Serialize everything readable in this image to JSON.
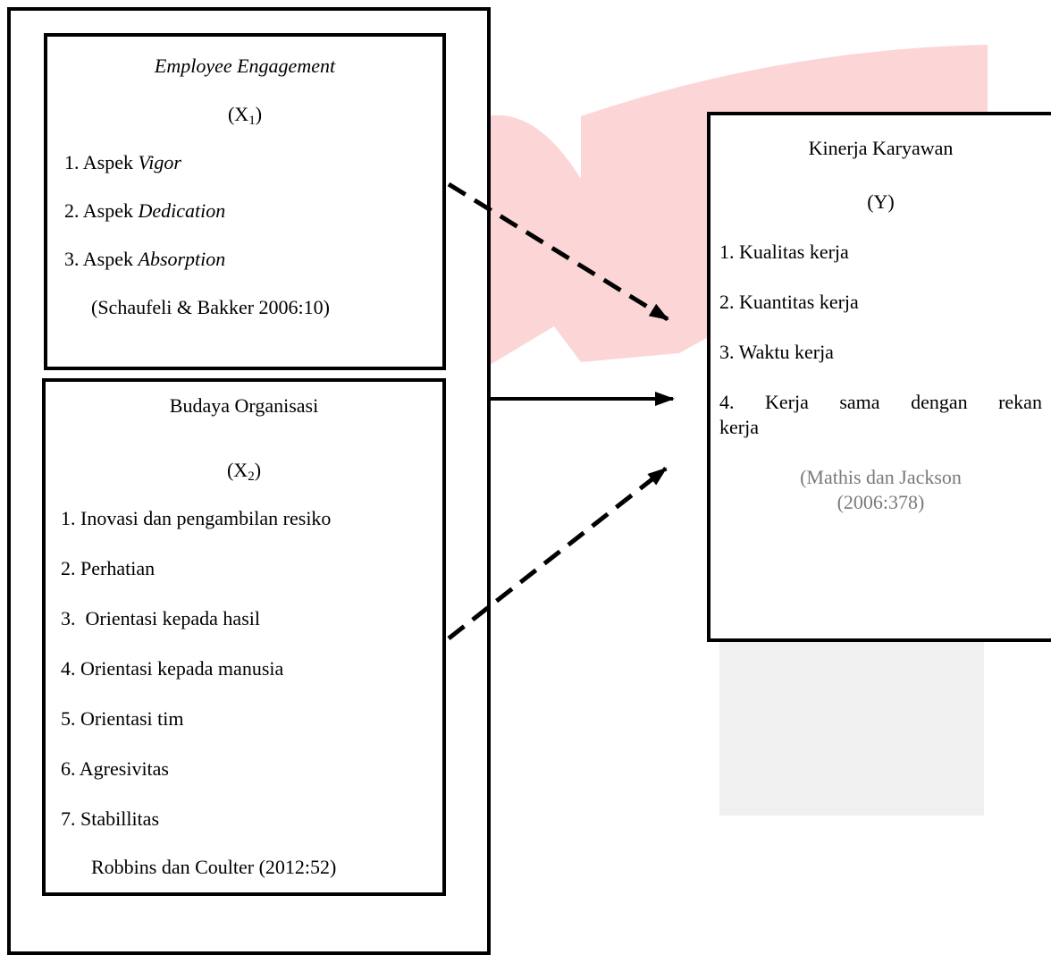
{
  "colors": {
    "watermark_red": "#fcd6d6",
    "watermark_gray": "#f0f0f0",
    "citation_gray": "#7a7a7a",
    "border": "#000000"
  },
  "x1": {
    "title": "Employee Engagement",
    "var_symbol": "X",
    "var_sub": "1",
    "items": [
      {
        "prefix": "1. Aspek ",
        "term": "Vigor"
      },
      {
        "prefix": "2. Aspek ",
        "term": "Dedication"
      },
      {
        "prefix": "3. Aspek ",
        "term": "Absorption"
      }
    ],
    "citation": "(Schaufeli & Bakker 2006:10)"
  },
  "x2": {
    "title": "Budaya Organisasi",
    "var_symbol": "X",
    "var_sub": "2",
    "items": [
      "1. Inovasi dan pengambilan resiko",
      "2. Perhatian",
      "3.  Orientasi kepada hasil",
      "4. Orientasi kepada manusia",
      "5. Orientasi tim",
      "6. Agresivitas",
      "7. Stabillitas"
    ],
    "citation": "Robbins dan Coulter (2012:52)"
  },
  "y": {
    "title": "Kinerja Karyawan",
    "var_label": "(Y)",
    "items": [
      "1. Kualitas kerja",
      "2. Kuantitas kerja",
      "3. Waktu kerja"
    ],
    "item4_line1": [
      "4.",
      "Kerja",
      "sama",
      "dengan",
      "rekan"
    ],
    "item4_line2": "kerja",
    "citation_line1": "(Mathis dan Jackson",
    "citation_line2": "(2006:378)"
  },
  "arrows": [
    {
      "from": "x1",
      "to": "y",
      "style": "dashed"
    },
    {
      "from": "x1_x2",
      "to": "y",
      "style": "solid"
    },
    {
      "from": "x2",
      "to": "y",
      "style": "dashed"
    }
  ]
}
